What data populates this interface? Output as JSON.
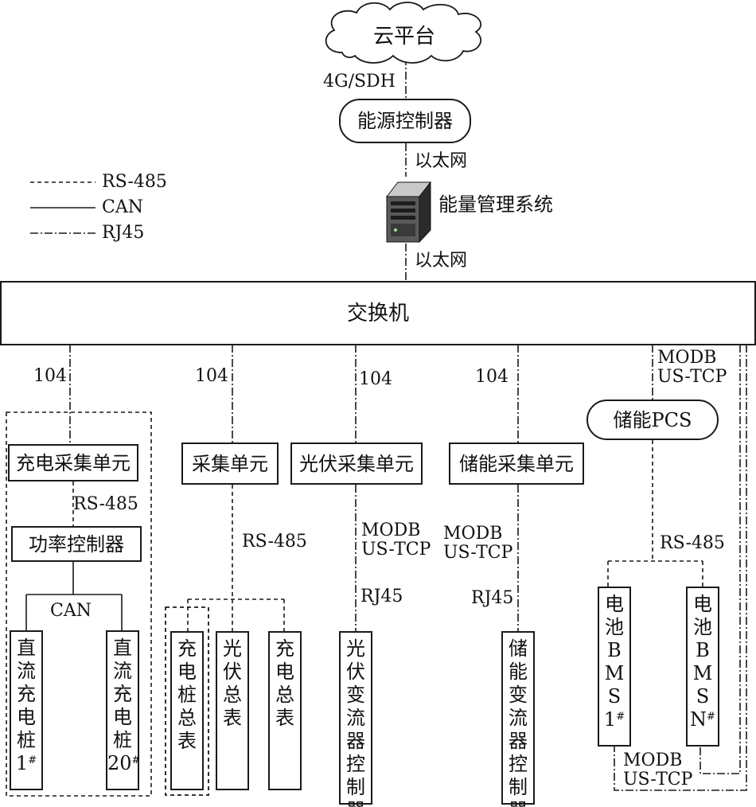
{
  "cloud": "云平台",
  "link_4g": "4G/SDH",
  "energy_controller": "能源控制器",
  "ethernet_top": "以太网",
  "ems": "能量管理系统",
  "ethernet_bottom": "以太网",
  "switch": "交换机",
  "legend": {
    "rs485": "RS-485",
    "can": "CAN",
    "rj45": "RJ45"
  },
  "protocol_104": "104",
  "modbus_pcs": "MODB\nUS-TCP",
  "storage_pcs": "储能PCS",
  "charge": {
    "collector": "充电采集单元",
    "rs485": "RS-485",
    "power_controller": "功率控制器",
    "can": "CAN",
    "pile_1_text": "直\n流\n充\n电\n桩\n1",
    "pile_1_sup": "#",
    "pile_20_text": "直\n流\n充\n电\n桩\n20",
    "pile_20_sup": "#"
  },
  "meter": {
    "collector": "采集单元",
    "rs485": "RS-485",
    "charge_total": "充\n电\n桩\n总\n表",
    "pv_total": "光\n伏\n总\n表",
    "charge_total2": "充\n电\n总\n表"
  },
  "pv": {
    "collector": "光伏采集单元",
    "modbus": "MODB\nUS-TCP",
    "rj45": "RJ45",
    "inverter_controller": "光\n伏\n变\n流\n器\n控\n制\n器"
  },
  "storage": {
    "collector": "储能采集单元",
    "modbus": "MODB\nUS-TCP",
    "rj45": "RJ45",
    "converter_controller": "储\n能\n变\n流\n器\n控\n制\n器"
  },
  "bms": {
    "rs485": "RS-485",
    "bms_1_text": "电\n池\nB\nM\nS\n1",
    "bms_1_sup": "#",
    "bms_n_text": "电\n池\nB\nM\nS\nN",
    "bms_n_sup": "#",
    "modbus": "MODB\nUS-TCP"
  }
}
